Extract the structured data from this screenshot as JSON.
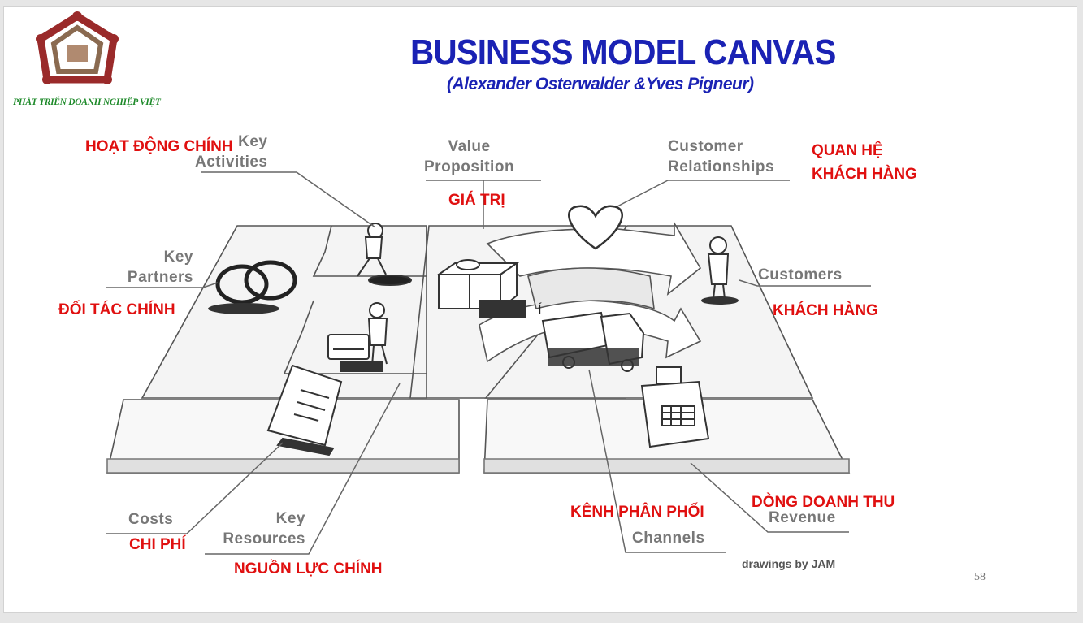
{
  "title": "BUSINESS MODEL CANVAS",
  "subtitle": "(Alexander Osterwalder &Yves Pigneur)",
  "logo": {
    "text": "PHÁT TRIỂN DOANH NGHIỆP VIỆT",
    "icon": "puzzle-ring-logo"
  },
  "blocks": {
    "key_activities": {
      "en": "Key\nActivities",
      "vn": "HOẠT ĐỘNG CHÍNH"
    },
    "value_proposition": {
      "en": "Value\nProposition",
      "vn": "GIÁ TRỊ"
    },
    "customer_relationships": {
      "en": "Customer\nRelationships",
      "vn": "QUAN HỆ\nKHÁCH HÀNG"
    },
    "key_partners": {
      "en": "Key\nPartners",
      "vn": "ĐỐI TÁC CHÍNH"
    },
    "customers": {
      "en": "Customers",
      "vn": "KHÁCH HÀNG"
    },
    "costs": {
      "en": "Costs",
      "vn": "CHI PHÍ"
    },
    "key_resources": {
      "en": "Key\nResources",
      "vn": "NGUỒN LỰC CHÍNH"
    },
    "channels": {
      "en": "Channels",
      "vn": "KÊNH PHÂN PHỐI"
    },
    "revenue": {
      "en": "Revenue",
      "vn": "DÒNG DOANH THU"
    }
  },
  "stray_char": "Í",
  "credit": "drawings by JAM",
  "page_number": "58",
  "colors": {
    "title": "#1a22b4",
    "vn_label": "#e01010",
    "en_label": "#777777",
    "logo_text": "#1e8a2a"
  },
  "icons": [
    "rings-icon",
    "worker-digging-icon",
    "worker-machine-icon",
    "gift-box-icon",
    "heart-icon",
    "person-icon",
    "delivery-truck-icon",
    "cash-register-icon",
    "document-icon"
  ]
}
